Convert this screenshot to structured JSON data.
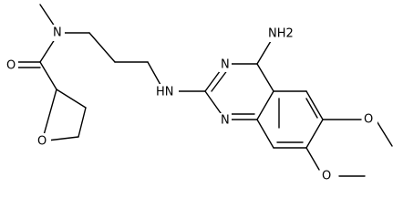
{
  "molecule": {
    "atoms": {
      "o_carbonyl": "O",
      "n_amide": "N",
      "n_amine": "HN",
      "n_ring_a": "N",
      "n_ring_b": "N",
      "nh2": "NH2",
      "o_ring": "O",
      "o_methoxy_a": "O",
      "o_methoxy_b": "O"
    }
  }
}
